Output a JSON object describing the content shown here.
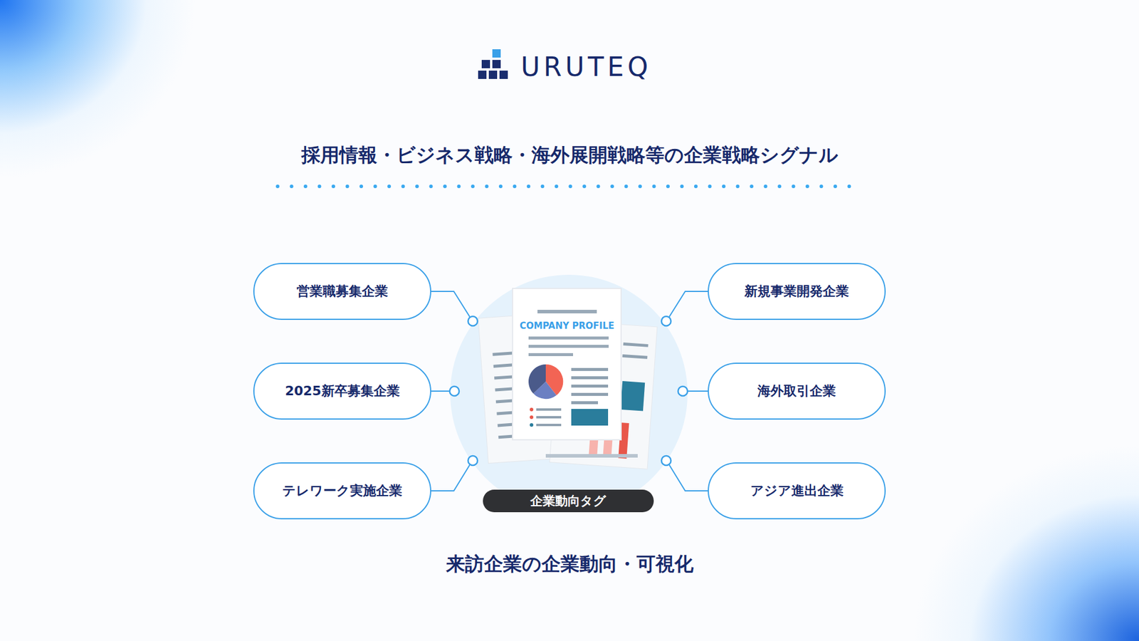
{
  "diagram": {
    "title": "採用情報・ビジネス戦略・海外展開戦略等の企業戦略シグナル",
    "caption": "来訪企業の企業動向・可視化",
    "nodes": [
      {
        "text": [
          "営業職募集企業"
        ]
      },
      {
        "text": [
          "新規事業開発企業"
        ]
      },
      {
        "text": [
          "2025新卒募集企業"
        ]
      },
      {
        "text": [
          "海外取引企業"
        ]
      },
      {
        "text": [
          "テレワーク実施企業"
        ]
      },
      {
        "text": [
          "アジア進出企業"
        ]
      },
      {
        "text": [
          "企業動向タグ"
        ]
      }
    ],
    "labels": [
      "URUTEQ",
      "COMPANY PROFILE"
    ]
  }
}
